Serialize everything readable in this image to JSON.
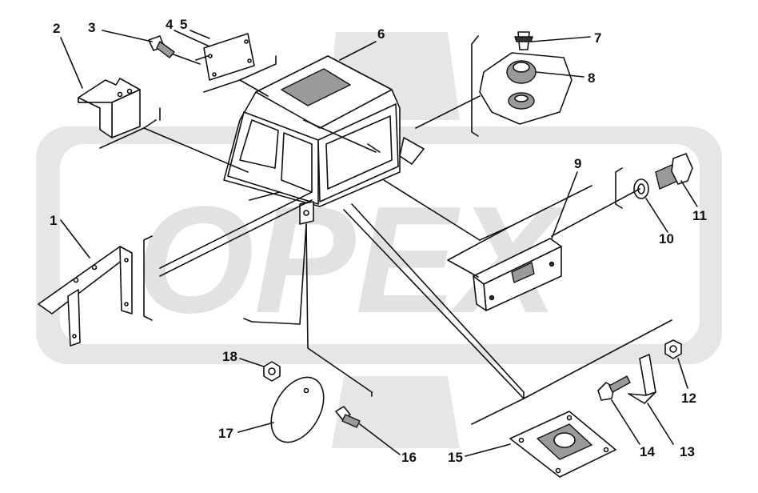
{
  "watermark": {
    "text": "OPEX"
  },
  "callouts": [
    "1",
    "2",
    "3",
    "4",
    "5",
    "6",
    "7",
    "8",
    "9",
    "10",
    "11",
    "12",
    "13",
    "14",
    "15",
    "16",
    "17",
    "18"
  ]
}
